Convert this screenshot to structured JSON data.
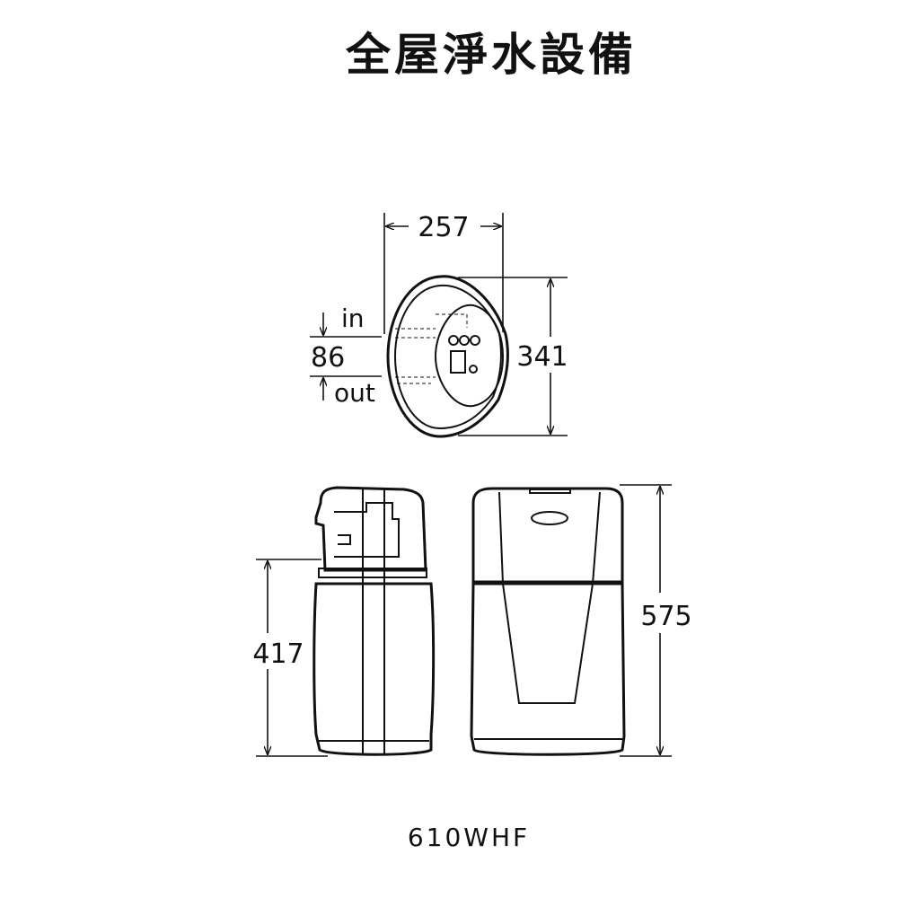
{
  "title": "全屋淨水設備",
  "model": "610WHF",
  "top_view": {
    "width_dim": "257",
    "depth_dim": "341",
    "port_spacing_dim": "86",
    "inlet_label": "in",
    "outlet_label": "out"
  },
  "side_view": {
    "port_height_dim": "417"
  },
  "front_view": {
    "total_height_dim": "575"
  },
  "colors": {
    "line": "#111111",
    "background": "#ffffff"
  }
}
